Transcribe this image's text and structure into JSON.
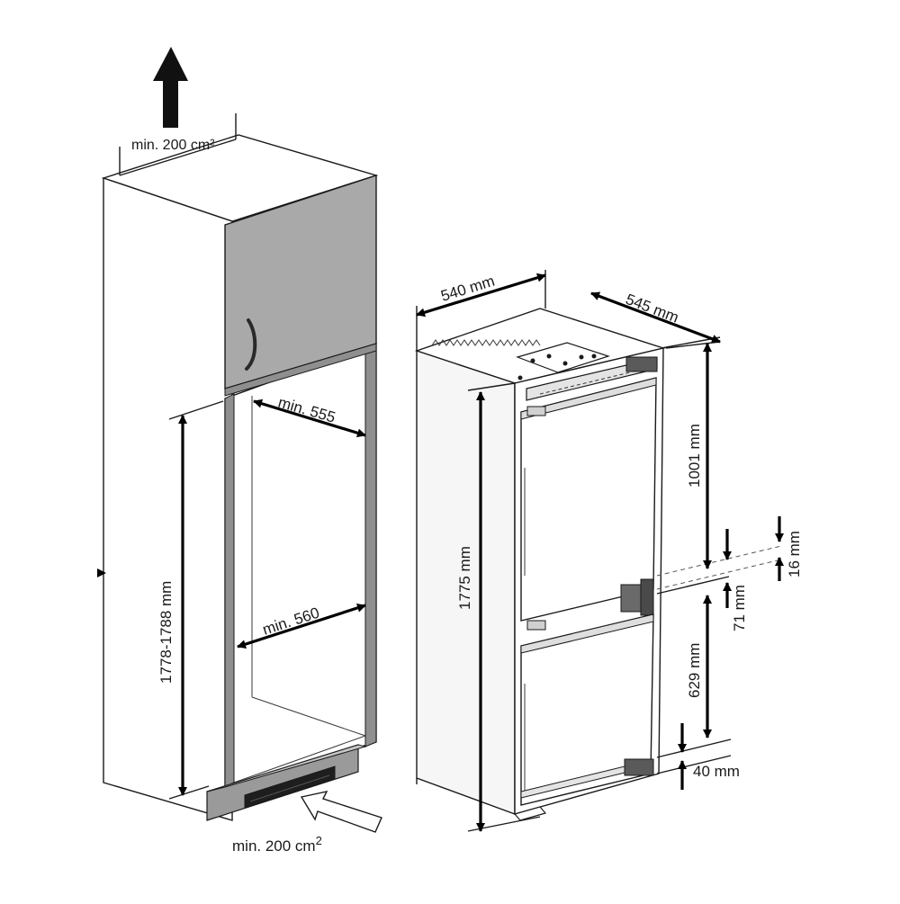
{
  "labels": {
    "vent_top": "min. 200 cm²",
    "vent_bottom": "min. 200 cm",
    "vent_bottom_sup": "2",
    "niche_width_top": "min. 555",
    "niche_width_bottom": "min. 560",
    "niche_height": "1778-1788 mm",
    "appliance_width": "540 mm",
    "appliance_depth": "545 mm",
    "appliance_height": "1775 mm",
    "upper_door": "1001 mm",
    "lower_door": "629 mm",
    "gap_16": "16 mm",
    "gap_71": "71 mm",
    "gap_40": "40 mm"
  },
  "colors": {
    "line": "#1a1a1a",
    "cabinet_door": "#a9a9a9",
    "cabinet_frame": "#8f8f8f",
    "plinth": "#9a9a9a",
    "appliance_body": "#f6f6f6"
  }
}
